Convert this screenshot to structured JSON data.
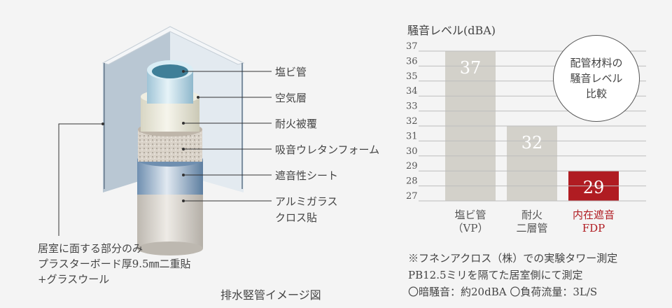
{
  "diagram": {
    "title": "排水竪管イメージ図",
    "layers": [
      "塩ビ管",
      "空気層",
      "耐火被覆",
      "吸音ウレタンフォーム",
      "遮音性シート",
      "アルミガラス",
      "クロス貼"
    ],
    "wall_note": [
      "居室に面する部分のみ",
      "プラスターボード厚9.5㎜二重貼",
      "+グラスウール"
    ]
  },
  "chart_data": {
    "type": "bar",
    "title": "騒音レベル(dBA)",
    "ylabel": "騒音レベル(dBA)",
    "ylim": [
      27,
      37
    ],
    "yticks": [
      "37",
      "36",
      "35",
      "34",
      "33",
      "32",
      "31",
      "30",
      "29",
      "28",
      "27"
    ],
    "grid": true,
    "categories": [
      [
        "塩ビ管",
        "（VP）"
      ],
      [
        "耐火",
        "二層管"
      ],
      [
        "内在遮音",
        "FDP"
      ]
    ],
    "values": [
      37,
      32,
      29
    ],
    "value_labels": [
      "37",
      "32",
      "29"
    ],
    "colors": [
      "#d3d1ca",
      "#d3d1ca",
      "#b01c22"
    ],
    "annotation": [
      "配管材料の",
      "騒音レベル",
      "比較"
    ]
  },
  "notes": [
    "※フネンアクロス（株）での実験タワー測定",
    "PB12.5ミリを隔てた居室側にて測定",
    "〇暗騒音：約20dBA 〇負荷流量：3L/S"
  ]
}
